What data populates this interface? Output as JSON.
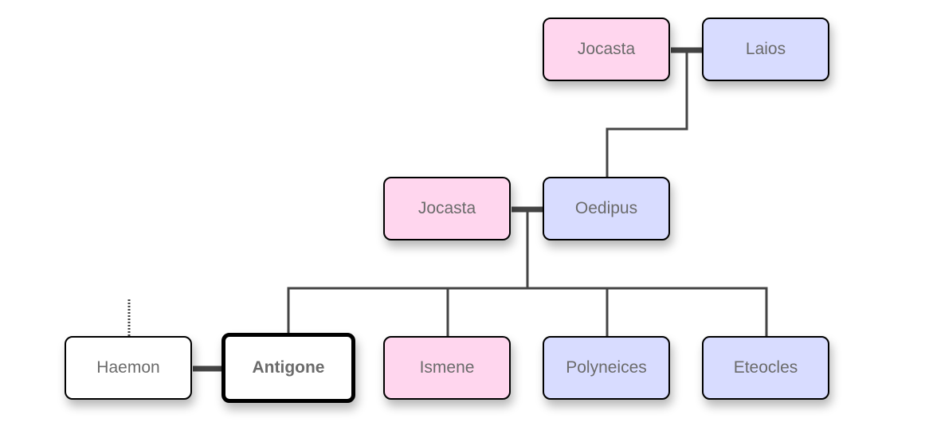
{
  "family_tree": {
    "colors": {
      "female": "#ffd6ee",
      "male": "#d8dcff",
      "unknown": "#ffffff",
      "line": "#444444"
    },
    "generation_1": {
      "jocasta": "Jocasta",
      "laios": "Laios"
    },
    "generation_2": {
      "jocasta": "Jocasta",
      "oedipus": "Oedipus"
    },
    "generation_3": {
      "haemon": "Haemon",
      "antigone": "Antigone",
      "ismene": "Ismene",
      "polyneices": "Polyneices",
      "eteocles": "Eteocles"
    }
  }
}
